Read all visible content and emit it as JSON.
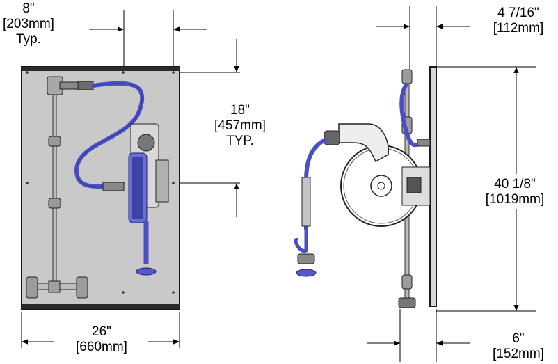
{
  "colors": {
    "panel": "#c9c9c9",
    "panel_edge": "#1a1a1a",
    "hose": "#4a4fc4",
    "metal": "#bdbdbd",
    "line": "#000000"
  },
  "dimensions": {
    "spacing": {
      "imperial": "8\"",
      "metric": "[203mm]",
      "note": "Typ."
    },
    "vertical_spacing": {
      "imperial": "18\"",
      "metric": "[457mm]",
      "note": "TYP."
    },
    "width": {
      "imperial": "26\"",
      "metric": "[660mm]"
    },
    "depth_top": {
      "imperial": "4 7/16\"",
      "metric": "[112mm]"
    },
    "height": {
      "imperial": "40 1/8\"",
      "metric": "[1019mm]"
    },
    "depth_bottom": {
      "imperial": "6\"",
      "metric": "[152mm]"
    }
  }
}
